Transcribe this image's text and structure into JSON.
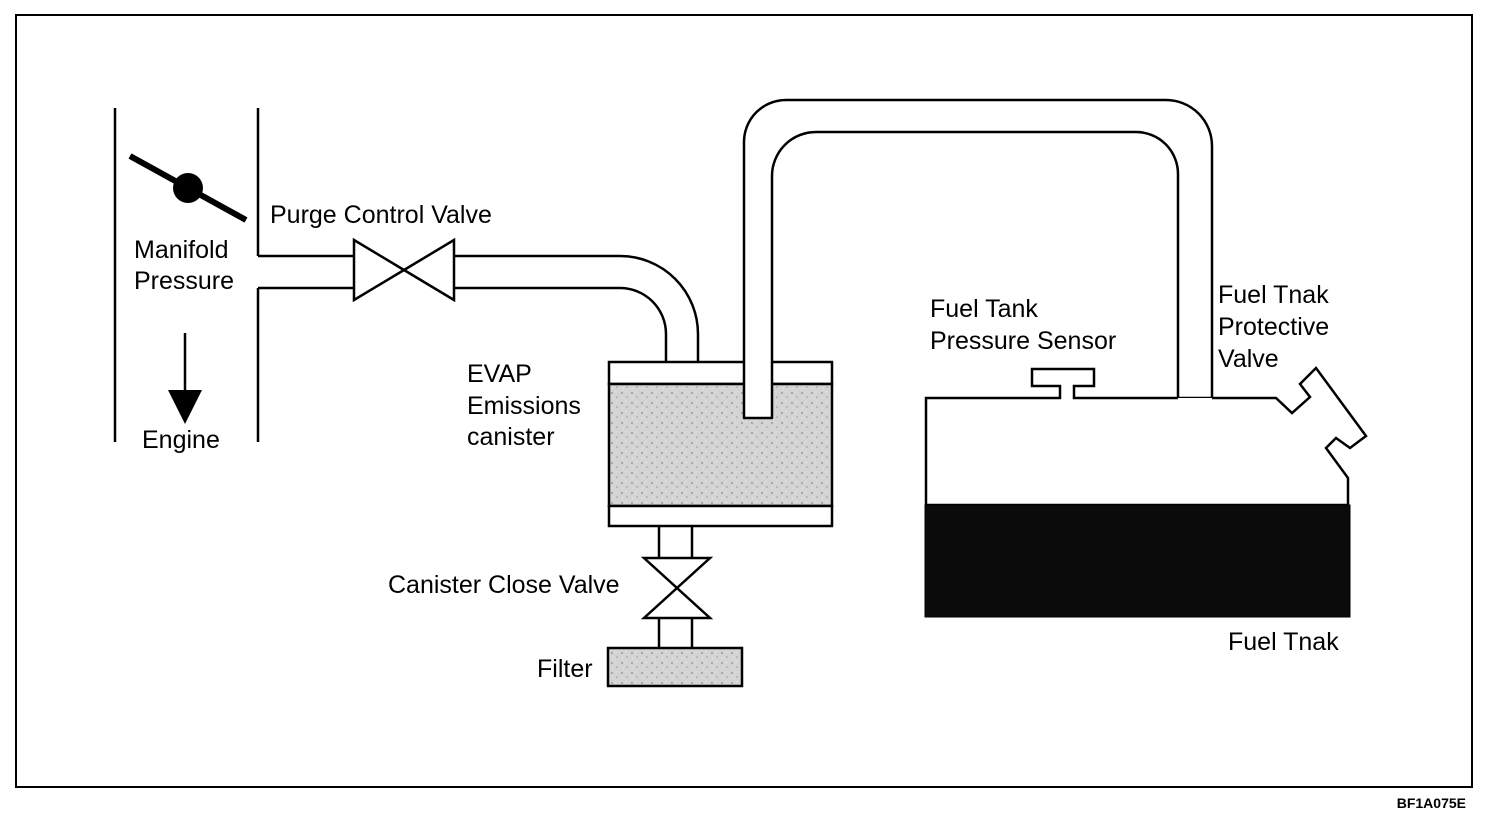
{
  "labels": {
    "manifold_line1": "Manifold",
    "manifold_line2": "Pressure",
    "engine": "Engine",
    "purge_control_valve": "Purge Control Valve",
    "evap_line1": "EVAP",
    "evap_line2": "Emissions",
    "evap_line3": "canister",
    "canister_close_valve": "Canister Close Valve",
    "filter": "Filter",
    "pressure_sensor_line1": "Fuel Tank",
    "pressure_sensor_line2": "Pressure Sensor",
    "protective_valve_line1": "Fuel Tnak",
    "protective_valve_line2": "Protective",
    "protective_valve_line3": "Valve",
    "fuel_tank": "Fuel Tnak"
  },
  "figure_code": "BF1A075E",
  "colors": {
    "line": "#000000",
    "fuel": "#0b0b0b",
    "charcoal": "#d4d4d4",
    "filter": "#c8c8c8",
    "background": "#ffffff"
  }
}
